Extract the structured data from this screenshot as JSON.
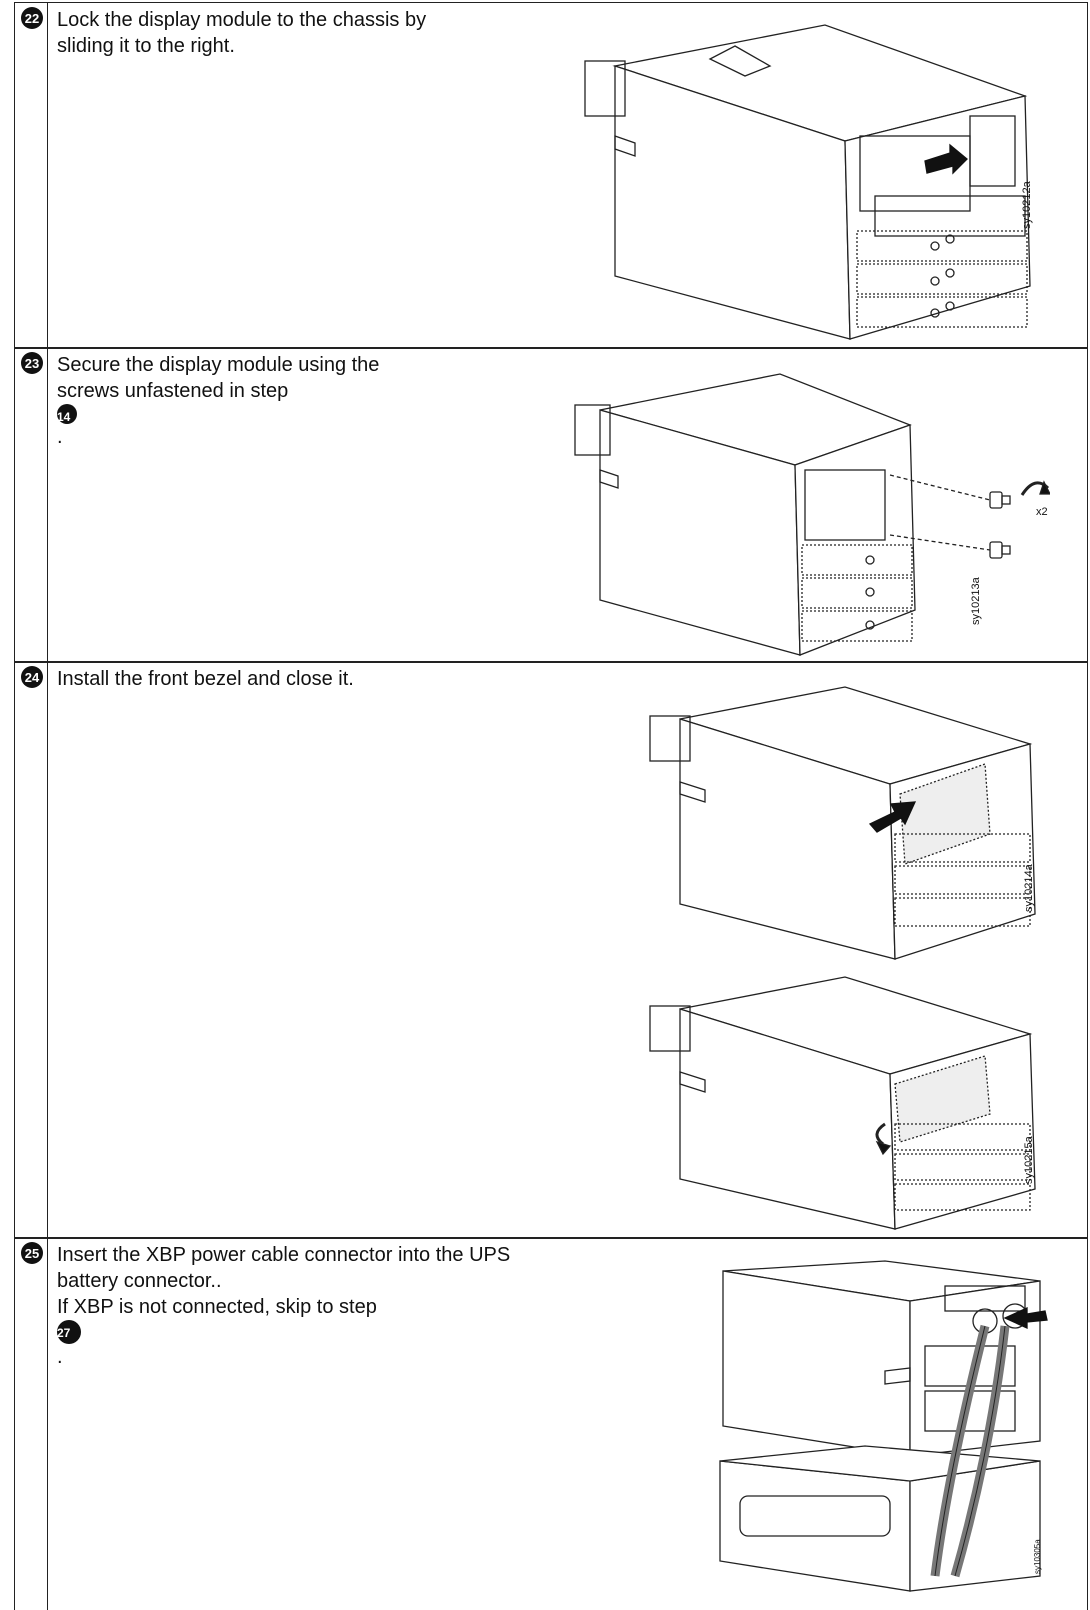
{
  "steps": [
    {
      "number": "22",
      "lines": [
        "Lock the display module to the chassis by",
        "sliding it to the right."
      ],
      "figure_code": "sy10212a"
    },
    {
      "number": "23",
      "line1": "Secure the display module using the",
      "line2_pre": "screws unfastened in step ",
      "line2_ref": "14",
      "line2_post": ".",
      "figure_code": "sy10213a",
      "figure_label": "x2"
    },
    {
      "number": "24",
      "lines": [
        "Install the front bezel and close it."
      ],
      "figure_code_a": "sy10214a",
      "figure_code_b": "sy10215a"
    },
    {
      "number": "25",
      "line1": "Insert the XBP power cable connector into the UPS",
      "line2": "battery connector..",
      "line3_pre": "If XBP is not connected, skip to step",
      "line3_ref": "27",
      "line3_post": ".",
      "figure_code": "sy10305a"
    }
  ],
  "icons": [
    "step-badge-icon",
    "push-arrow-icon",
    "rotate-arrow-icon",
    "screw-icon",
    "cable-icon"
  ]
}
